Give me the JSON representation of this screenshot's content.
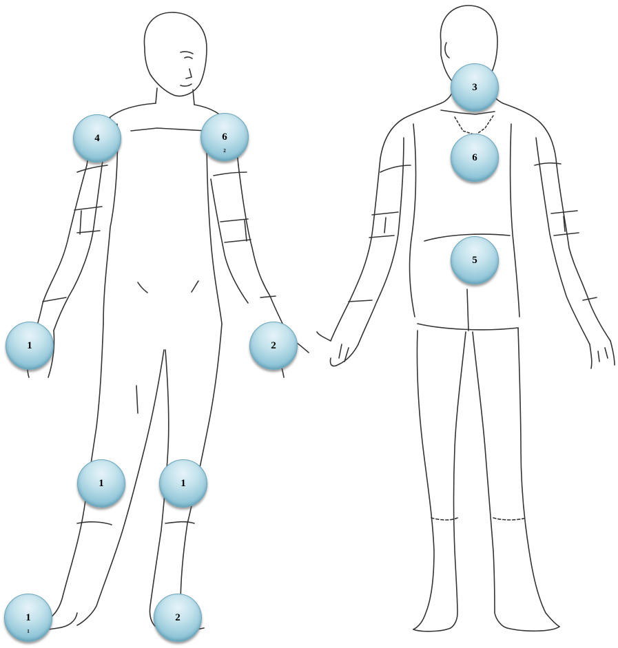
{
  "markers": {
    "front_left_hand": "1",
    "front_right_hand": "2",
    "front_left_shoulder": "4",
    "front_right_shoulder": "6",
    "front_right_shoulder_sub": "2",
    "front_left_knee": "1",
    "front_right_knee": "1",
    "front_left_foot": "1",
    "front_left_foot_sub": "1",
    "front_right_foot": "2",
    "back_neck": "3",
    "back_upper_back": "6",
    "back_lower_back": "5"
  },
  "colors": {
    "marker_fill": "#a9d4e2",
    "marker_border": "#6aa6bb",
    "outline": "#333333"
  }
}
